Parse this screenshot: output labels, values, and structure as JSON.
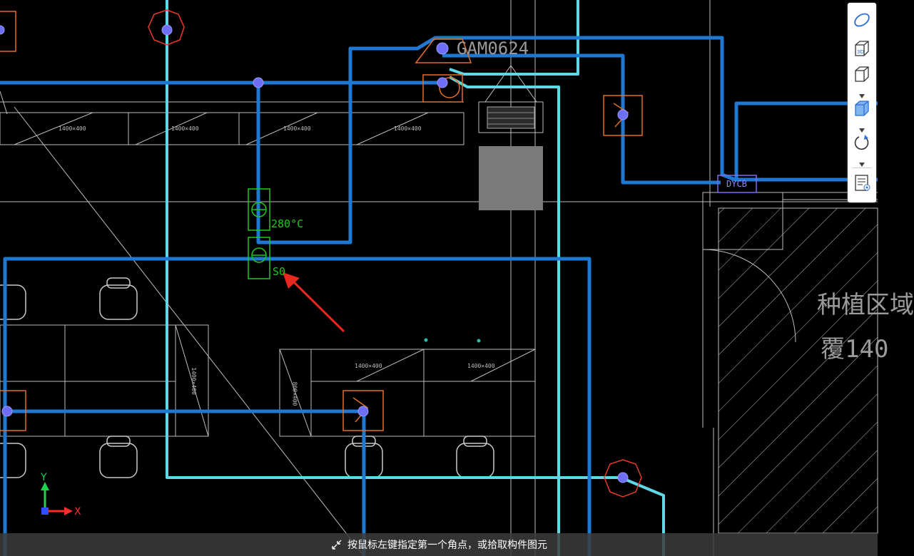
{
  "drawing": {
    "labels": {
      "temp_label": "280°C",
      "s_label": "S0",
      "door_tag": "GAM0624",
      "dycb_label": "DYCB",
      "area_label": "种植区域",
      "area_label2": "覆140",
      "duct_sizes": [
        "1400×400",
        "1400×400",
        "1400×400",
        "1400×400",
        "1400×400",
        "1400×400"
      ],
      "vertical_size_1": "1400×400",
      "vertical_size_2": "800×400"
    },
    "colors": {
      "duct_blue": "#1f78d1",
      "duct_cyan": "#5fd8e6",
      "fixture_orange": "#e0702a",
      "damper_red": "#e63a2a",
      "valve_green": "#1ec81e",
      "annotation_red": "#e8281e",
      "linework": "#c8c8c8"
    }
  },
  "axes": {
    "x_label": "X",
    "y_label": "Y"
  },
  "toolbar": {
    "buttons": [
      {
        "name": "orbit-icon"
      },
      {
        "name": "3d-view-icon",
        "text": "3D"
      },
      {
        "name": "view-cube-icon"
      },
      {
        "name": "shaded-cube-icon"
      },
      {
        "name": "rotate-icon"
      },
      {
        "name": "property-list-icon"
      }
    ]
  },
  "status_bar": {
    "text": "按鼠标左键指定第一个角点，或拾取构件图元"
  }
}
